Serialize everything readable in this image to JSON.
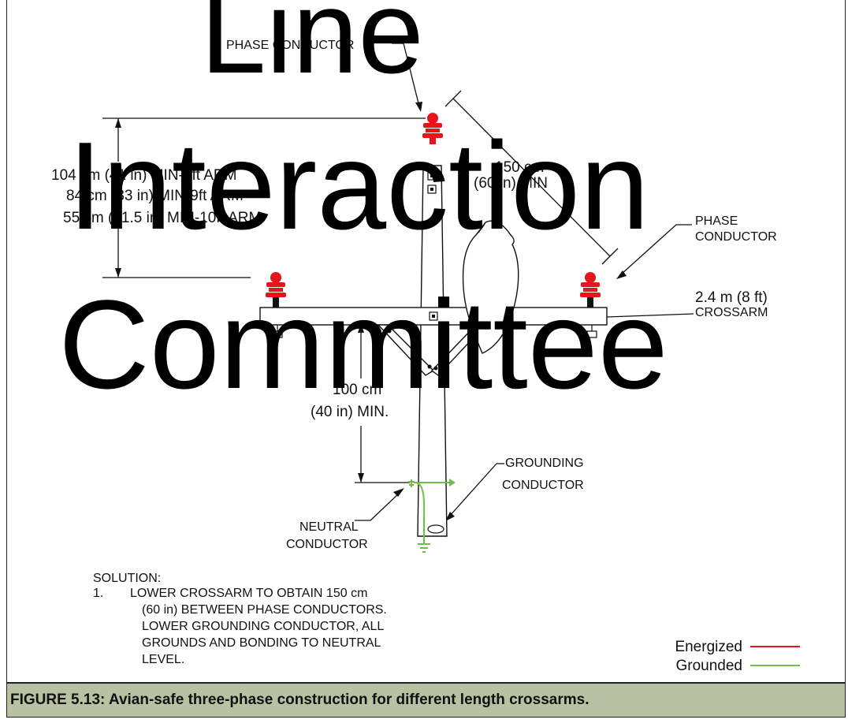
{
  "watermark": {
    "line1": "Line",
    "line2": "Interaction",
    "line3": "Committee"
  },
  "labels": {
    "phase_conductor_top": "PHASE CONDUCTOR",
    "phase_conductor_right_1": "PHASE",
    "phase_conductor_right_2": "CONDUCTOR",
    "diag_distance_1": "150 cm",
    "diag_distance_2": "(60 in) MIN",
    "vert_spacing_1": "104 cm (41 in) MIN-8ft ARM",
    "vert_spacing_2": "84 cm (33 in) MIN-9ft ARM",
    "vert_spacing_3": "55 cm (21.5 in) MIN-10ft ARM",
    "crossarm_1": "2.4 m (8 ft)",
    "crossarm_2": "CROSSARM",
    "neutral_distance_1": "100 cm",
    "neutral_distance_2": "(40 in) MIN.",
    "grounding_1": "GROUNDING",
    "grounding_2": "CONDUCTOR",
    "neutral_1": "NEUTRAL",
    "neutral_2": "CONDUCTOR"
  },
  "solution": {
    "heading": "SOLUTION:",
    "number": "1.",
    "lines": [
      "LOWER CROSSARM TO OBTAIN 150 cm",
      "(60 in) BETWEEN PHASE CONDUCTORS.",
      "LOWER GROUNDING CONDUCTOR, ALL",
      "GROUNDS AND BONDING TO NEUTRAL",
      "LEVEL."
    ]
  },
  "legend": {
    "energized": "Energized",
    "grounded": "Grounded",
    "energized_color": "#e8141c",
    "grounded_color": "#6cc04a"
  },
  "caption": "FIGURE 5.13: Avian-safe three-phase construction for different length crossarms."
}
